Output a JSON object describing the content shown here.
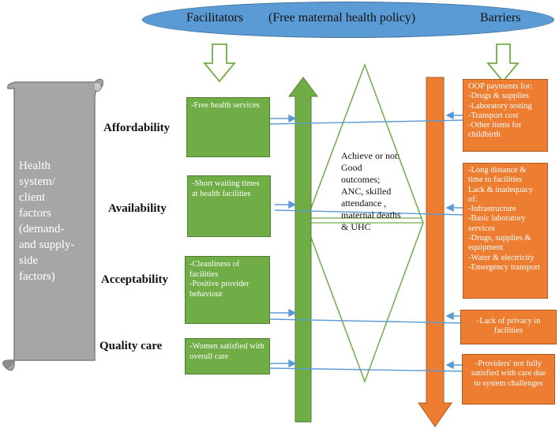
{
  "header": {
    "facilitators": "Facilitators",
    "policy": "(Free maternal health policy)",
    "barriers": "Barriers"
  },
  "side_panel": {
    "text": "Health system/ client factors (demand-and supply-side factors)"
  },
  "rows": [
    {
      "label": "Affordability",
      "facilitator": "-Free health services"
    },
    {
      "label": "Availability",
      "facilitator": "-Short waiting times at health facilities"
    },
    {
      "label": "Acceptability",
      "facilitator": "-Cleanliness of facilities\n-Positive provider behaviour"
    },
    {
      "label": "Quality care",
      "facilitator": "-Women satisfied with overall care"
    }
  ],
  "barriers": [
    "OOP payments for:\n-Drugs & supplies\n-Laboratory testing\n-Transport cost\n-Other items for childbirth",
    "-Long distance & time to facilities\nLack & inadequacy of:\n-Infrastructure\n-Basic laboratory services\n-Drugs, supplies & equipment\n-Water & electricity\n-Emergency transport",
    "-Lack of privacy in facilities",
    "-Providers' not fully satisfied with care due to system challenges"
  ],
  "outcome": {
    "text": "Achieve or not: Good outcomes; ANC, skilled attendance , maternal deaths & UHC"
  },
  "colors": {
    "header": "#5b9bd5",
    "facilitator": "#70ad47",
    "barrier": "#ed7d31",
    "side_panel": "#a6a6a6",
    "connector": "#5b9bd5"
  }
}
